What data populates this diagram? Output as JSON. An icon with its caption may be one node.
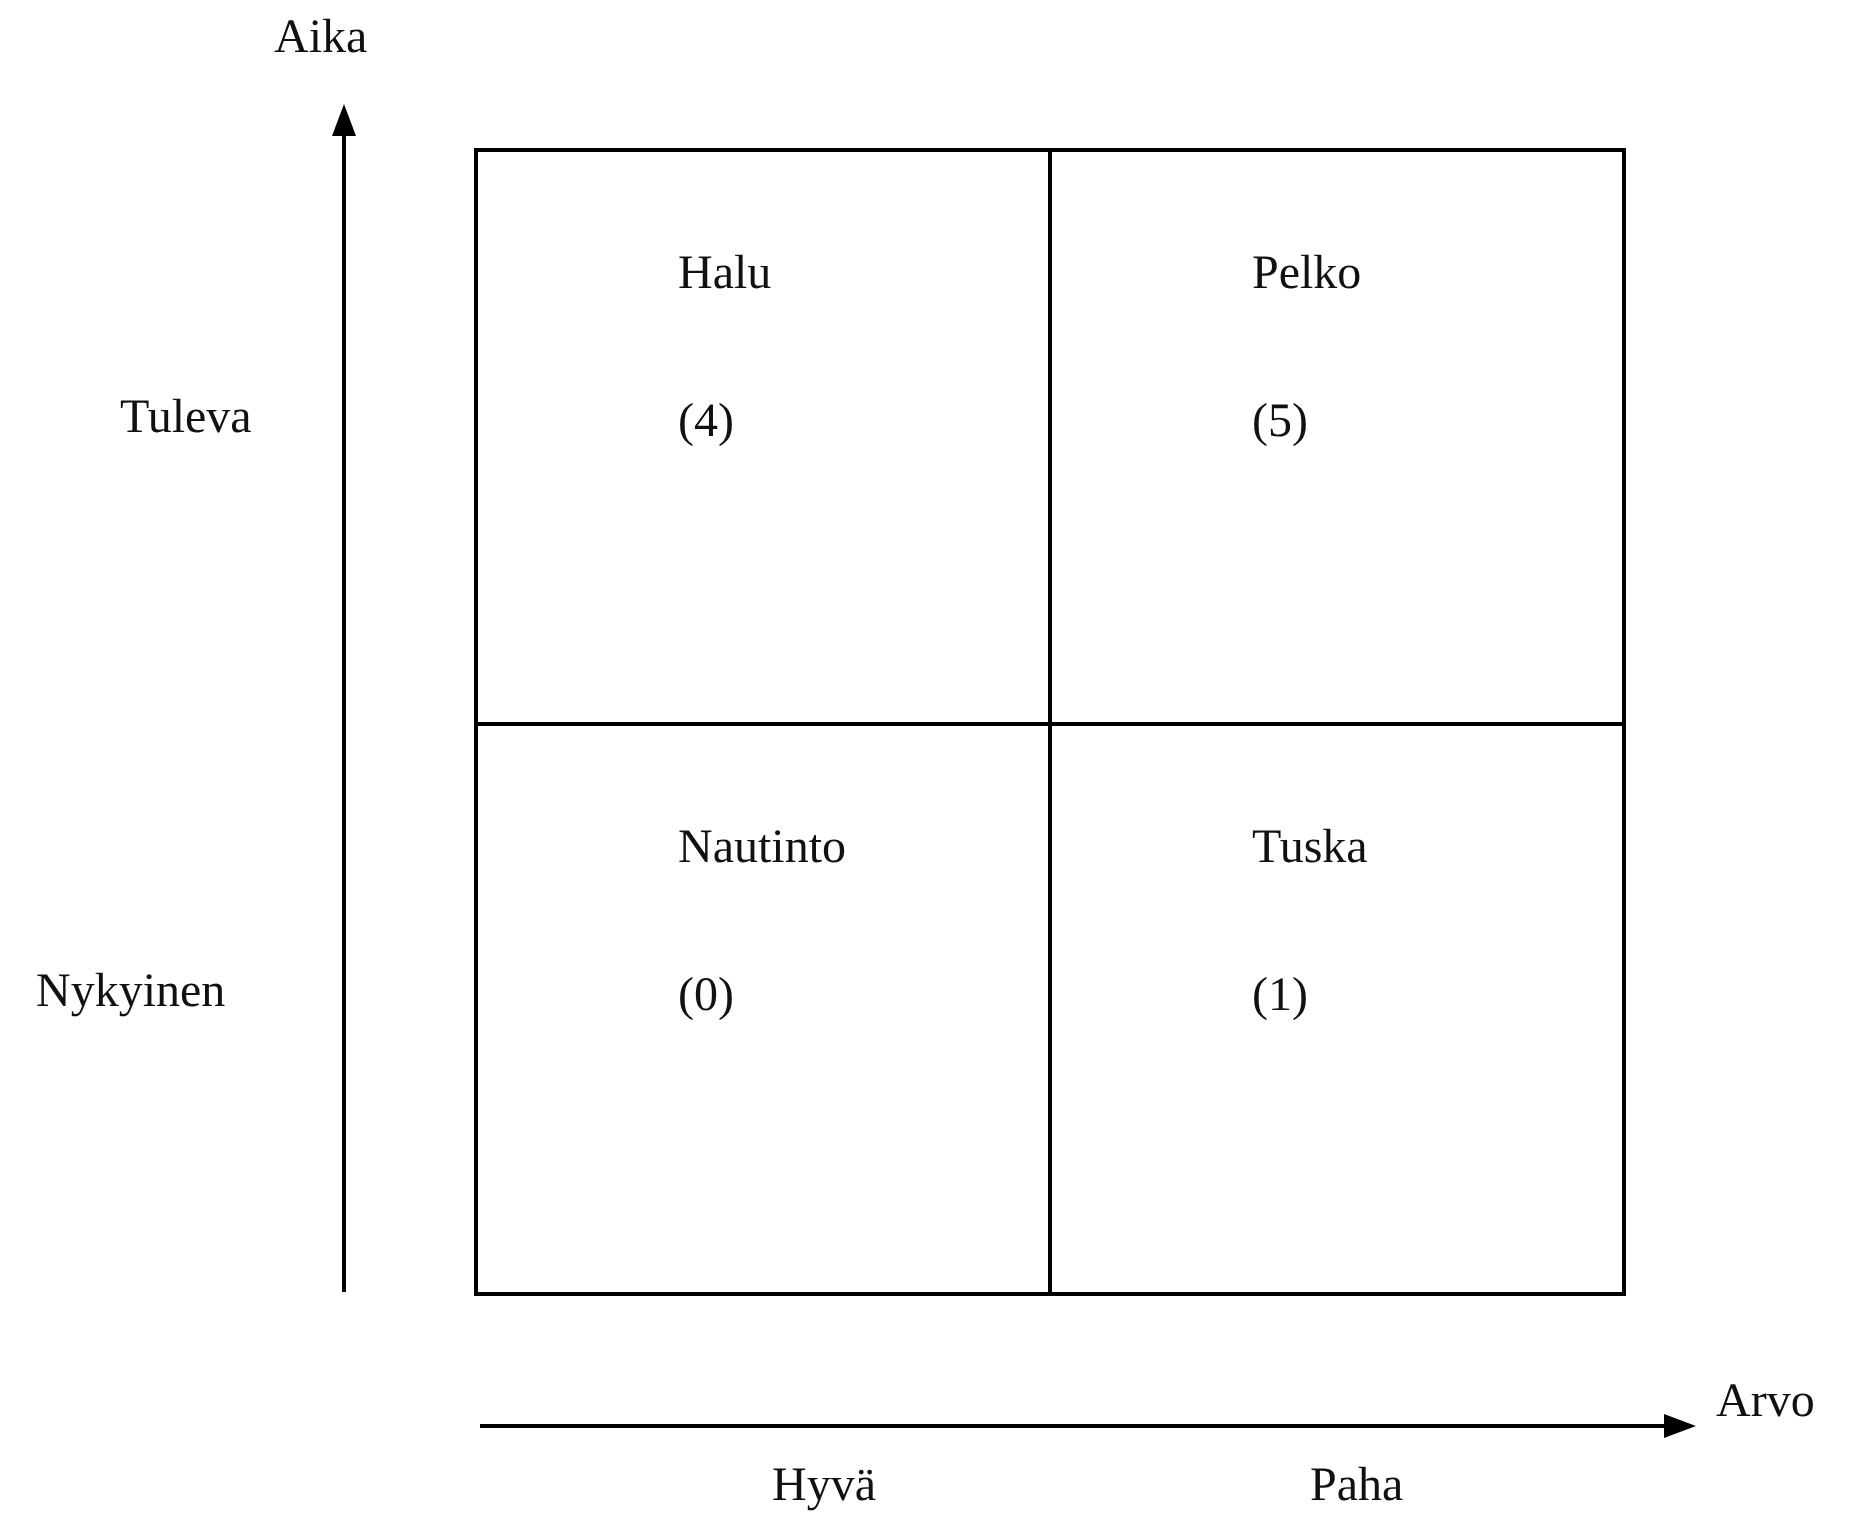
{
  "diagram": {
    "nodes": [
      {
        "text": [
          "Halu",
          "(4)"
        ]
      },
      {
        "text": [
          "Pelko",
          "(5)"
        ]
      },
      {
        "text": [
          "Nautinto",
          "(0)"
        ]
      },
      {
        "text": [
          "Tuska",
          "(1)"
        ]
      }
    ],
    "labels": [
      "Aika",
      "Tuleva",
      "Nykyinen",
      "Arvo",
      "Hyvä",
      "Paha"
    ]
  }
}
